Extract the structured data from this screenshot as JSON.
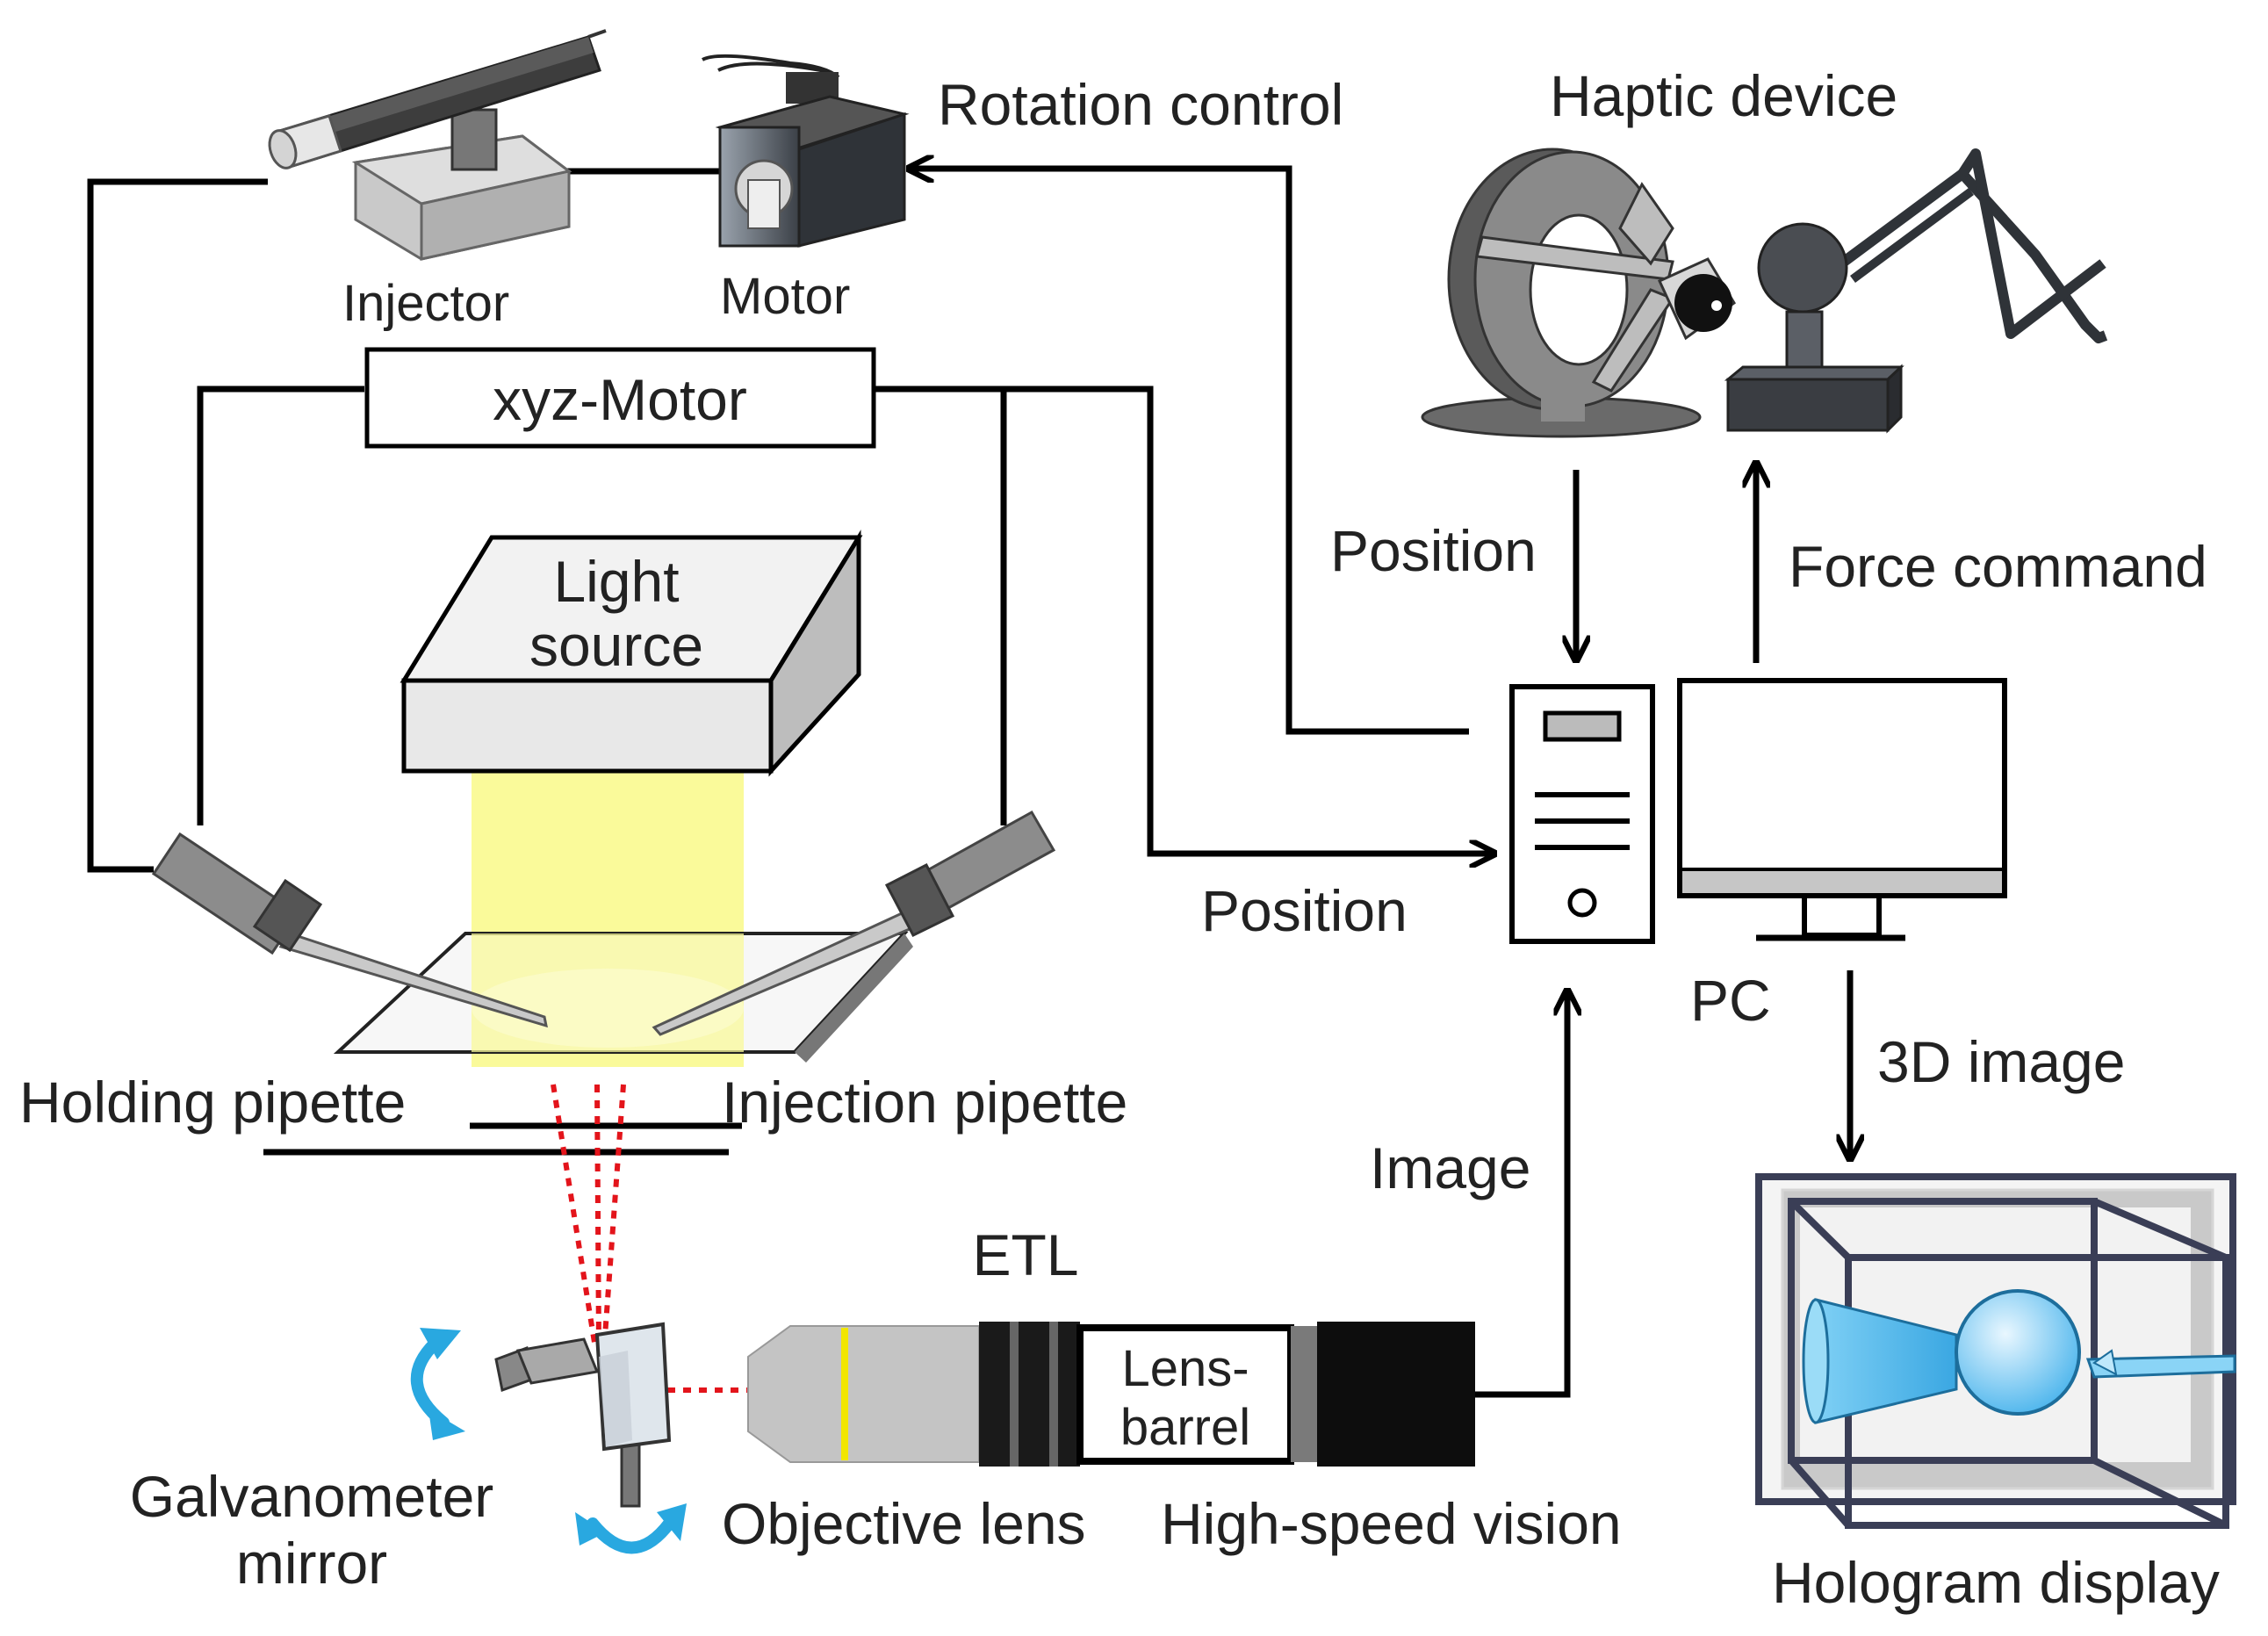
{
  "labels": {
    "injector": "Injector",
    "motor": "Motor",
    "rotation_control": "Rotation control",
    "haptic_device": "Haptic device",
    "xyz_motor": "xyz-Motor",
    "light_source_line1": "Light",
    "light_source_line2": "source",
    "position_top": "Position",
    "force_command": "Force command",
    "position_bottom": "Position",
    "pc": "PC",
    "holding_pipette": "Holding pipette",
    "injection_pipette": "Injection pipette",
    "image": "Image",
    "three_d_image": "3D image",
    "etl": "ETL",
    "lens_barrel_line1": "Lens-",
    "lens_barrel_line2": "barrel",
    "galvanometer_line1": "Galvanometer",
    "galvanometer_line2": "mirror",
    "objective_lens": "Objective lens",
    "high_speed_vision": "High-speed vision",
    "hologram_display": "Hologram display"
  },
  "colors": {
    "line": "#000000",
    "light_beam": "#fafa9a",
    "laser": "#e3141b",
    "rotation_arrow": "#29a8e0",
    "hologram_cell": "#5fc2f0",
    "hologram_frame": "#3a3e56",
    "gray_dark": "#5a5a5a",
    "gray_mid": "#8f8f8f",
    "etl_ring": "#f2e600"
  }
}
